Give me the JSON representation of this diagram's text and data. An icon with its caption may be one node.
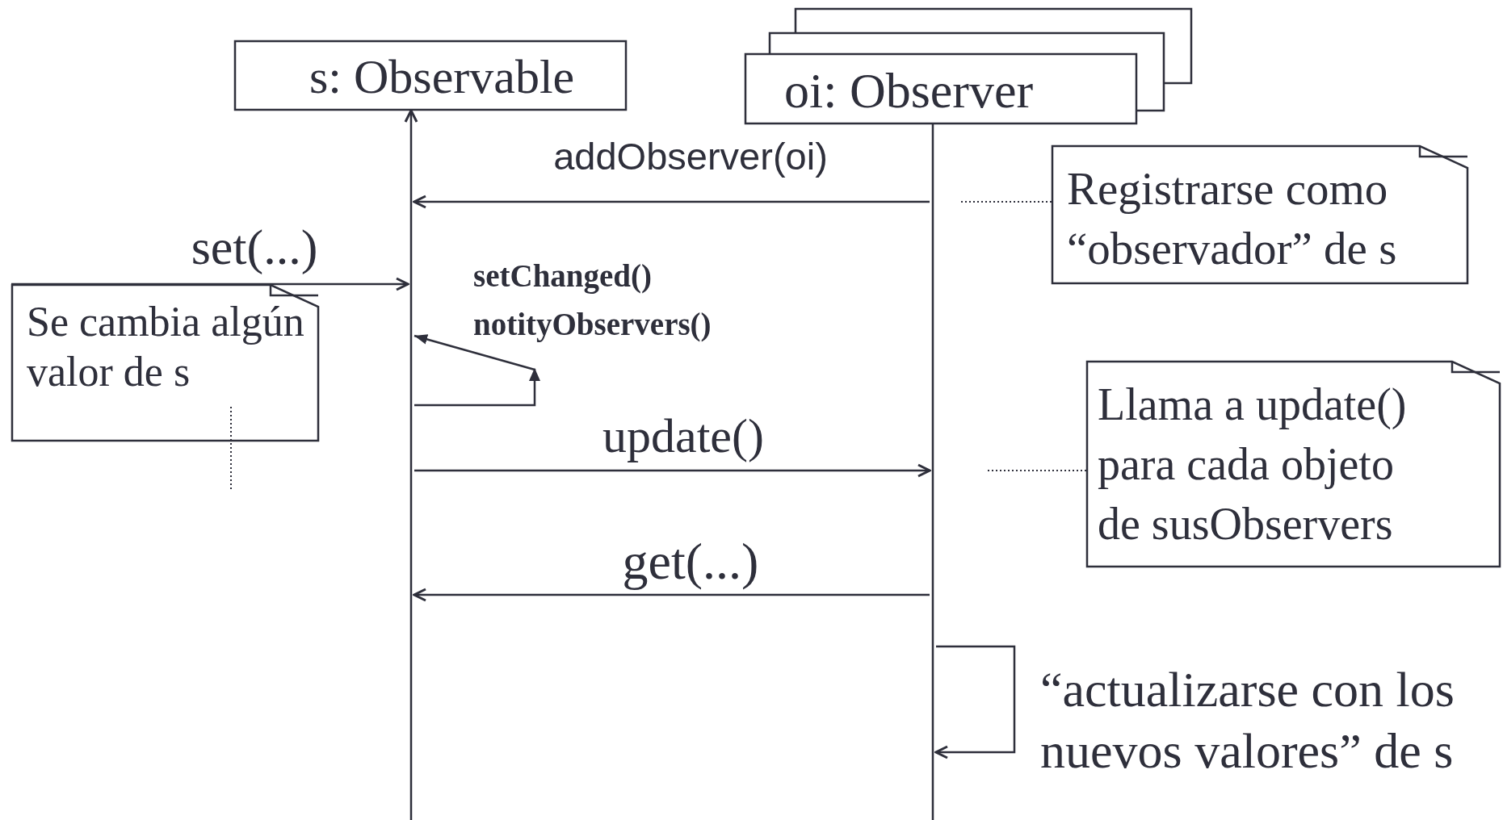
{
  "diagram": {
    "nodes": [
      {
        "text": [
          "s: Observable"
        ]
      },
      {
        "text": [
          "oi: Observer"
        ]
      },
      {
        "text": [
          "Registrarse como “observador” de s"
        ]
      },
      {
        "text": [
          "Se cambia algún valor de s"
        ]
      },
      {
        "text": [
          "Llama a update() para cada objeto de susObservers"
        ]
      },
      {
        "text": [],
        "shape": "box"
      },
      {
        "text": [],
        "shape": "box"
      },
      {
        "text": [],
        "shape": "line"
      },
      {
        "text": [],
        "shape": "line"
      }
    ],
    "edges": [
      {
        "from": 8,
        "to": 7,
        "arrow": "to",
        "label": "addObserver(oi)"
      },
      {
        "from": 3,
        "to": 7,
        "arrow": "to",
        "label": "set(...)"
      },
      {
        "from": 7,
        "to": 7,
        "arrow": "to"
      },
      {
        "from": 7,
        "to": 8,
        "arrow": "to",
        "label": "update()"
      },
      {
        "from": 8,
        "to": 7,
        "arrow": "to",
        "label": "get(...)"
      },
      {
        "from": 8,
        "to": 8,
        "arrow": "to",
        "label": "“actualizarse con los nuevos valores” de s"
      },
      {
        "from": 2,
        "to": null,
        "arrow": "none",
        "style": "dashed"
      },
      {
        "from": 4,
        "to": null,
        "arrow": "none",
        "style": "dashed"
      },
      {
        "from": 3,
        "to": null,
        "arrow": "none",
        "style": "dashed"
      },
      {
        "from": 7,
        "to": 0,
        "arrow": "to"
      }
    ],
    "labels": [
      "setChanged()",
      "notityObservers()"
    ]
  }
}
